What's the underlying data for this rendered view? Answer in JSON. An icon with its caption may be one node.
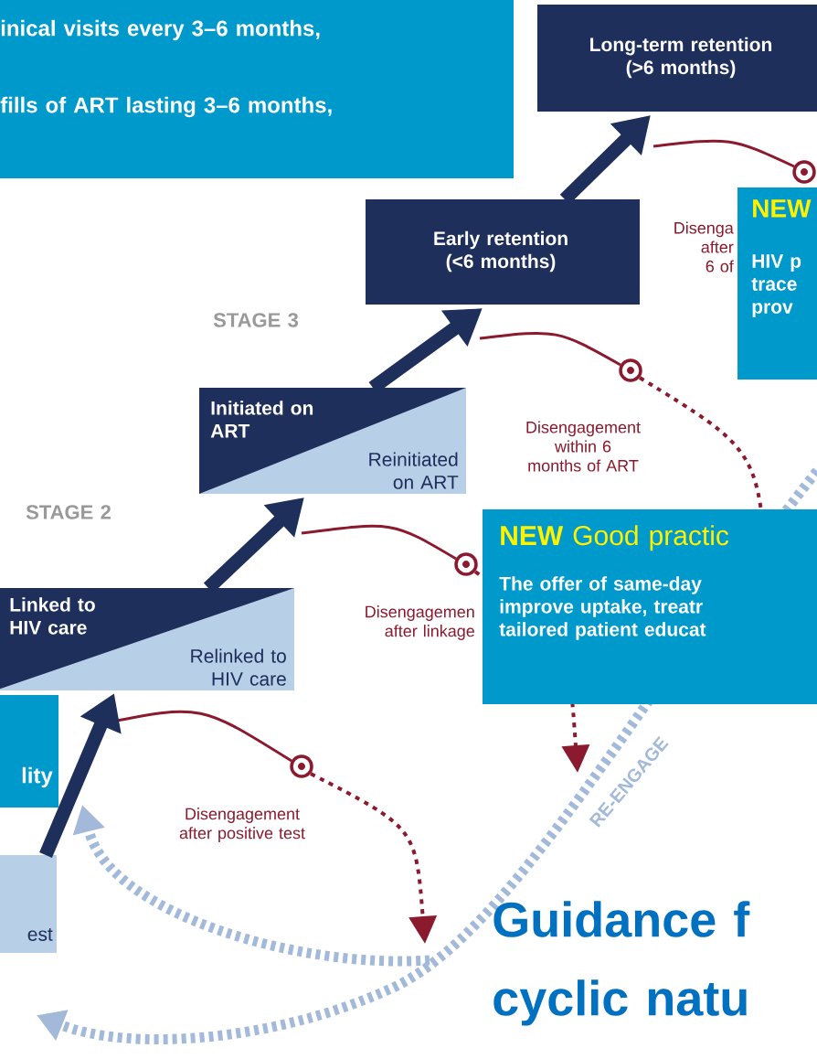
{
  "diagram": {
    "title": "Guidance f cyclic natu",
    "nodes": [
      {
        "text": [
          "inical visits every 3–6 months,",
          "fills of ART lasting 3–6 months,"
        ]
      },
      {
        "text": [
          "Long-term retention (>6 months)"
        ]
      },
      {
        "text": [
          "Early retention (<6 months)"
        ]
      },
      {
        "text": [
          "Initiated on ART",
          "Reinitiated on ART"
        ]
      },
      {
        "text": [
          "Linked to HIV care",
          "Relinked to HIV care"
        ]
      },
      {
        "text": [
          "est"
        ]
      },
      {
        "text": [
          "lity"
        ]
      },
      {
        "text": [
          "NEW",
          "HIV p trace prov"
        ]
      },
      {
        "text": [
          "**NEW** Good practic",
          "The offer of same-day improve uptake, treatr tailored patient educat"
        ]
      }
    ],
    "edges": [
      {
        "from": 5,
        "to": 4,
        "arrow": "to"
      },
      {
        "from": 4,
        "to": 3,
        "arrow": "to"
      },
      {
        "from": 3,
        "to": 2,
        "arrow": "to"
      },
      {
        "from": 2,
        "to": 1,
        "arrow": "to"
      }
    ],
    "labels": [
      "STAGE 3",
      "Disenga after 6 of",
      "Disengagement within 6 months of ART",
      "STAGE 2",
      "Disengagemen after linkage",
      "Disengagement after positive test",
      "RE-ENGAGE"
    ]
  }
}
